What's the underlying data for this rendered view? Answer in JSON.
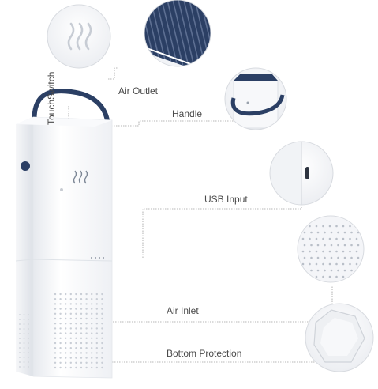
{
  "labels": {
    "touch_switch": "TouchSwitch",
    "air_outlet": "Air Outlet",
    "handle": "Handle",
    "usb_input": "USB Input",
    "air_inlet": "Air Inlet",
    "bottom_protection": "Bottom Protection"
  },
  "colors": {
    "body": "#f4f6f9",
    "navy": "#2b3f64",
    "line": "#9a9a9a",
    "circle_border": "#d6d9de"
  },
  "icons": [
    "scent-waves-icon",
    "grille-icon",
    "usb-port-icon",
    "vent-holes-icon"
  ]
}
